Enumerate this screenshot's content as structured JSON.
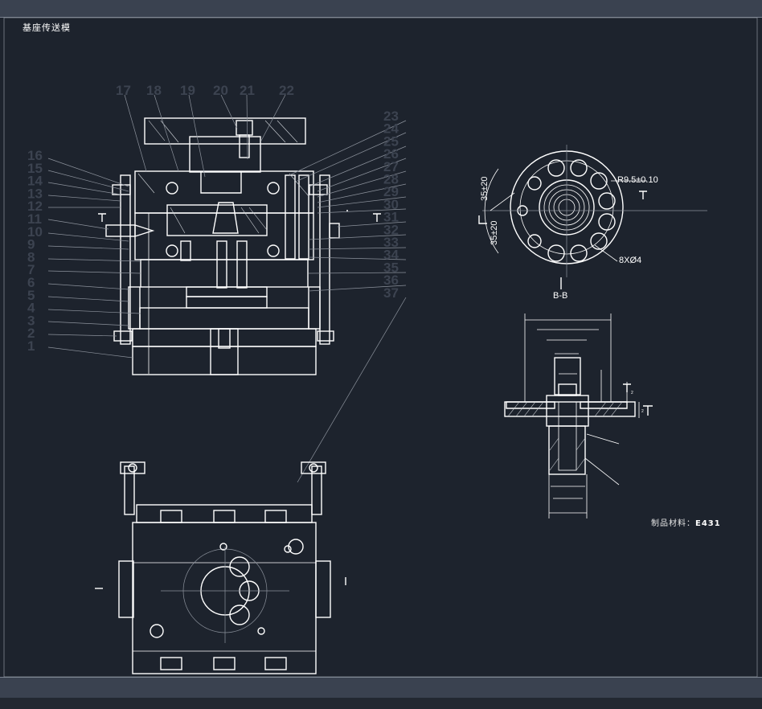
{
  "drawing_title": "基座传送模",
  "material_label": "制品材料：",
  "material_value": "E431",
  "section_label": "B-B",
  "dims": {
    "radius": "R9.5±0.10",
    "holes": "8XØ4",
    "pitch_top": "35±20",
    "pitch_bottom": "35±20",
    "side_1": "2",
    "side_2": "2"
  },
  "part_numbers_left": [
    "16",
    "15",
    "14",
    "13",
    "12",
    "11",
    "10",
    "9",
    "8",
    "7",
    "6",
    "5",
    "4",
    "3",
    "2",
    "1"
  ],
  "part_numbers_top": [
    "17",
    "18",
    "19",
    "20",
    "21",
    "22"
  ],
  "part_numbers_right": [
    "23",
    "24",
    "25",
    "26",
    "27",
    "28",
    "29",
    "30",
    "31",
    "32",
    "33",
    "34",
    "35",
    "36",
    "37"
  ]
}
